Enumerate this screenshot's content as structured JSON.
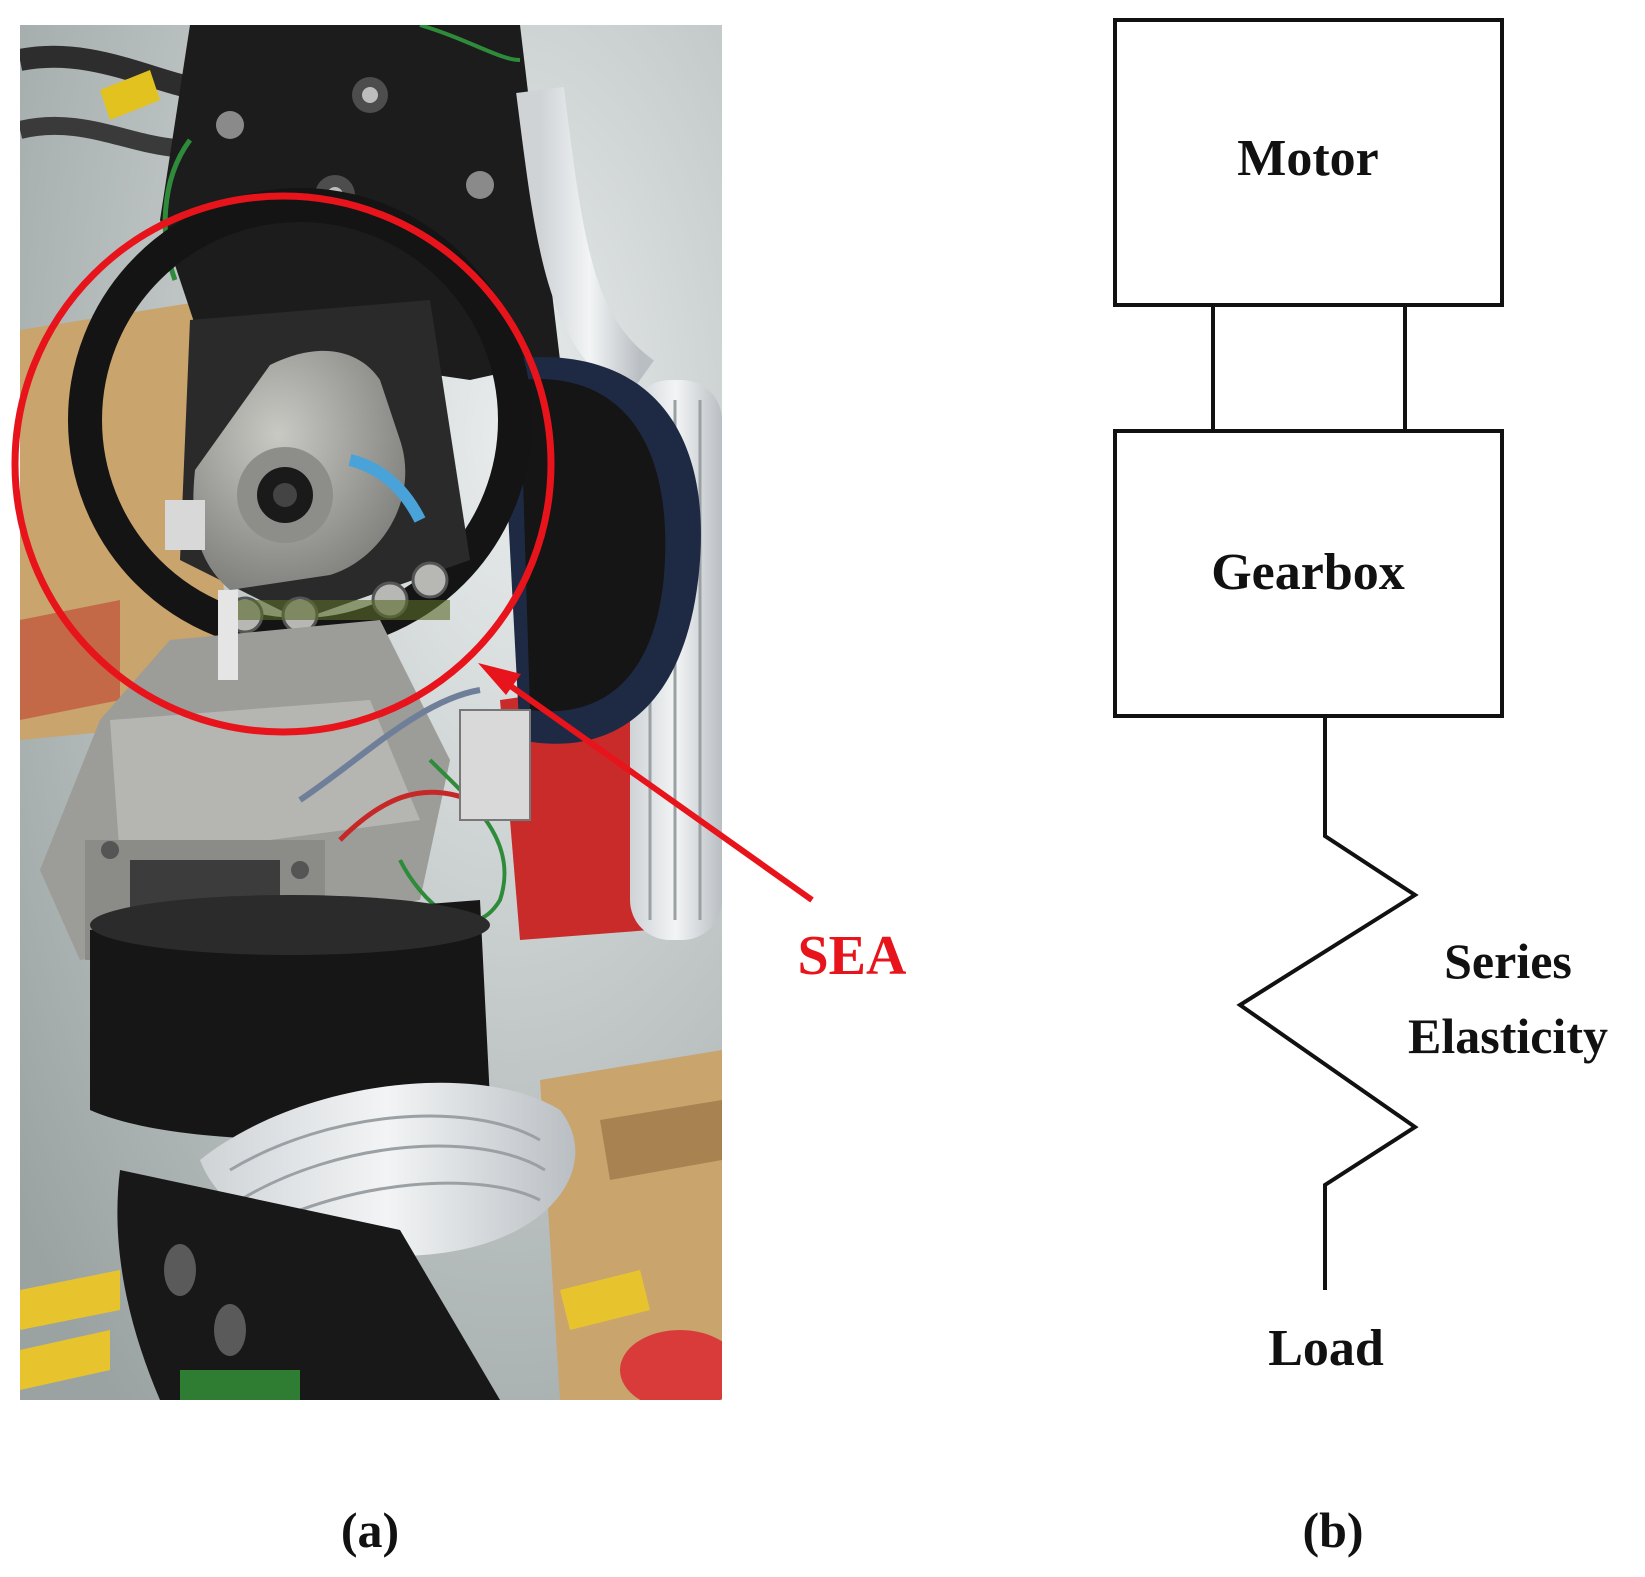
{
  "panel_a": {
    "callout_label": "SEA",
    "caption": "(a)",
    "callout_color": "#e8141b"
  },
  "panel_b": {
    "caption": "(b)",
    "blocks": {
      "motor": "Motor",
      "gearbox": "Gearbox"
    },
    "spring_label_line1": "Series",
    "spring_label_line2": "Elasticity",
    "load_label": "Load"
  }
}
